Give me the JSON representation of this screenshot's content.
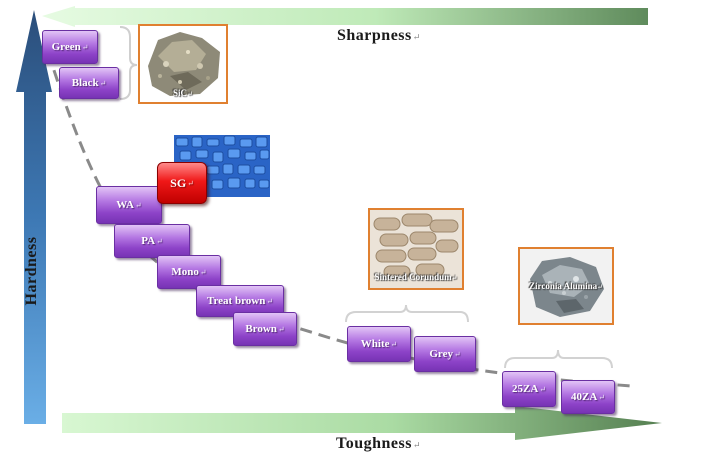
{
  "axes": {
    "sharpness_label": "Sharpness",
    "toughness_label": "Toughness",
    "hardness_label": "Hardness",
    "mark": "↵"
  },
  "abrasives": {
    "green": "Green",
    "black": "Black",
    "sg": "SG",
    "wa": "WA",
    "pa": "PA",
    "mono": "Mono",
    "treat_brown": "Treat brown",
    "brown": "Brown",
    "white": "White",
    "grey": "Grey",
    "za25": "25ZA",
    "za40": "40ZA"
  },
  "photos": {
    "sic": "SiC",
    "sintered": "Sintered Corundum",
    "zirconia": "Zirconia Alumina"
  },
  "colors": {
    "box_purple": "#8d43c8",
    "sg_red": "#e01010",
    "photo_border": "#e08030",
    "hardness_arrow": "#3e79b5",
    "green_arrow": "#c8f0c0",
    "curve": "#8a8a8a"
  }
}
